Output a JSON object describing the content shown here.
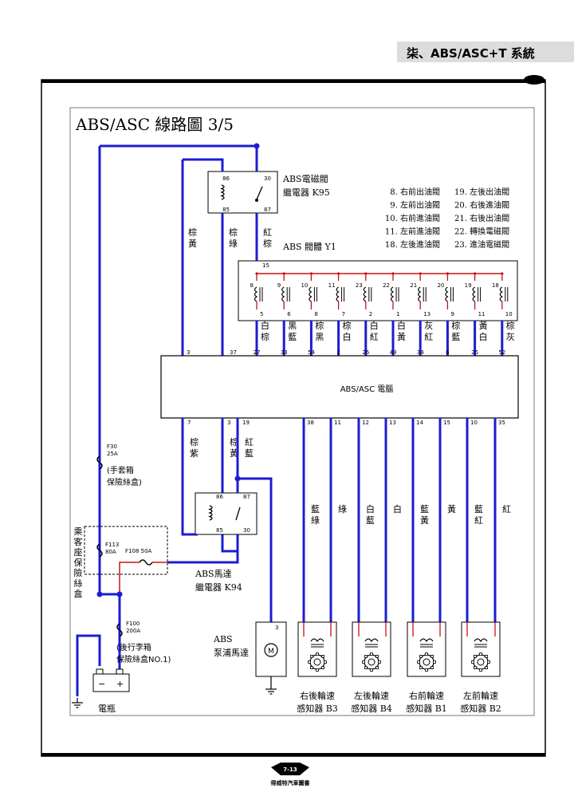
{
  "header": {
    "section_title": "柒、ABS/ASC+T 系統"
  },
  "diagram": {
    "title": "ABS/ASC 線路圖 3/5",
    "relay_k95": {
      "label": "ABS電磁閥\n繼電器 K95",
      "pins": [
        "86",
        "30",
        "85",
        "87"
      ]
    },
    "valve_body": {
      "label": "ABS 閥體 Y1",
      "common_pin": "15"
    },
    "legend": [
      "8. 右前出油閥",
      "19. 左後出油閥",
      "9. 左前出油閥",
      "20. 右後進油閥",
      "10. 右前進油閥",
      "21. 右後出油閥",
      "11. 左前進油閥",
      "22. 轉換電磁閥",
      "18. 左後進油閥",
      "23. 進油電磁閥"
    ],
    "valves": [
      {
        "top": "8",
        "bottom": "5",
        "color": "白\n棕",
        "ecu_pin": "27"
      },
      {
        "top": "9",
        "bottom": "6",
        "color": "黑\n藍",
        "ecu_pin": "33"
      },
      {
        "top": "10",
        "bottom": "8",
        "color": "棕\n黑",
        "ecu_pin": "54"
      },
      {
        "top": "11",
        "bottom": "7",
        "color": "棕\n白",
        "ecu_pin": "2"
      },
      {
        "top": "23",
        "bottom": "2",
        "color": "白\n紅",
        "ecu_pin": "26"
      },
      {
        "top": "22",
        "bottom": "1",
        "color": "白\n黃",
        "ecu_pin": "49"
      },
      {
        "top": "21",
        "bottom": "13",
        "color": "灰\n紅",
        "ecu_pin": "34"
      },
      {
        "top": "20",
        "bottom": "9",
        "color": "棕\n藍",
        "ecu_pin": "6"
      },
      {
        "top": "19",
        "bottom": "11",
        "color": "黃\n白",
        "ecu_pin": "25"
      },
      {
        "top": "18",
        "bottom": "10",
        "color": "棕\n灰",
        "ecu_pin": "52"
      }
    ],
    "ecu": {
      "label": "ABS/ASC 電腦",
      "pin_3": "3",
      "pin_37": "37"
    },
    "top_wires": [
      {
        "color": "棕\n黃"
      },
      {
        "color": "棕\n綠"
      },
      {
        "color": "紅\n棕"
      }
    ],
    "lower_left": [
      {
        "pin": "7",
        "color": "棕\n紫"
      },
      {
        "pin": "3",
        "color": "棕\n黃"
      },
      {
        "pin": "19",
        "color": "紅\n藍"
      }
    ],
    "sensor_wires": [
      {
        "pin": "38",
        "color": "藍\n綠"
      },
      {
        "pin": "11",
        "color": "綠"
      },
      {
        "pin": "12",
        "color": "白\n藍"
      },
      {
        "pin": "13",
        "color": "白"
      },
      {
        "pin": "14",
        "color": "藍\n黃"
      },
      {
        "pin": "15",
        "color": "黃"
      },
      {
        "pin": "10",
        "color": "藍\n紅"
      },
      {
        "pin": "35",
        "color": "紅"
      }
    ],
    "relay_k94": {
      "label": "ABS馬達\n繼電器 K94",
      "pins": [
        "86",
        "87",
        "85",
        "30"
      ]
    },
    "pump": {
      "label": "ABS\n泵浦馬達",
      "pin": "3",
      "symbol": "M"
    },
    "fuse_f30": {
      "label": "F30\n25A",
      "note": "(手套箱\n保險絲盒)"
    },
    "fuse_box": {
      "label": "乘客座保險絲盒",
      "f113": "F113\n80A",
      "f108": "F108  50A"
    },
    "fuse_f100": {
      "label": "F100\n200A",
      "note": "(後行李箱\n保險絲盒NO.1)"
    },
    "battery": {
      "label": "電瓶",
      "minus": "−",
      "plus": "+"
    },
    "sensors": [
      "右後輪速\n感知器 B3",
      "左後輪速\n感知器 B4",
      "右前輪速\n感知器 B1",
      "左前輪速\n感知器 B2"
    ]
  },
  "footer": {
    "page": "7-13",
    "publisher": "得威特汽車圖書"
  },
  "colors": {
    "wire": "#1c1cd4",
    "contact": "#cc1111",
    "frame": "#000000"
  }
}
